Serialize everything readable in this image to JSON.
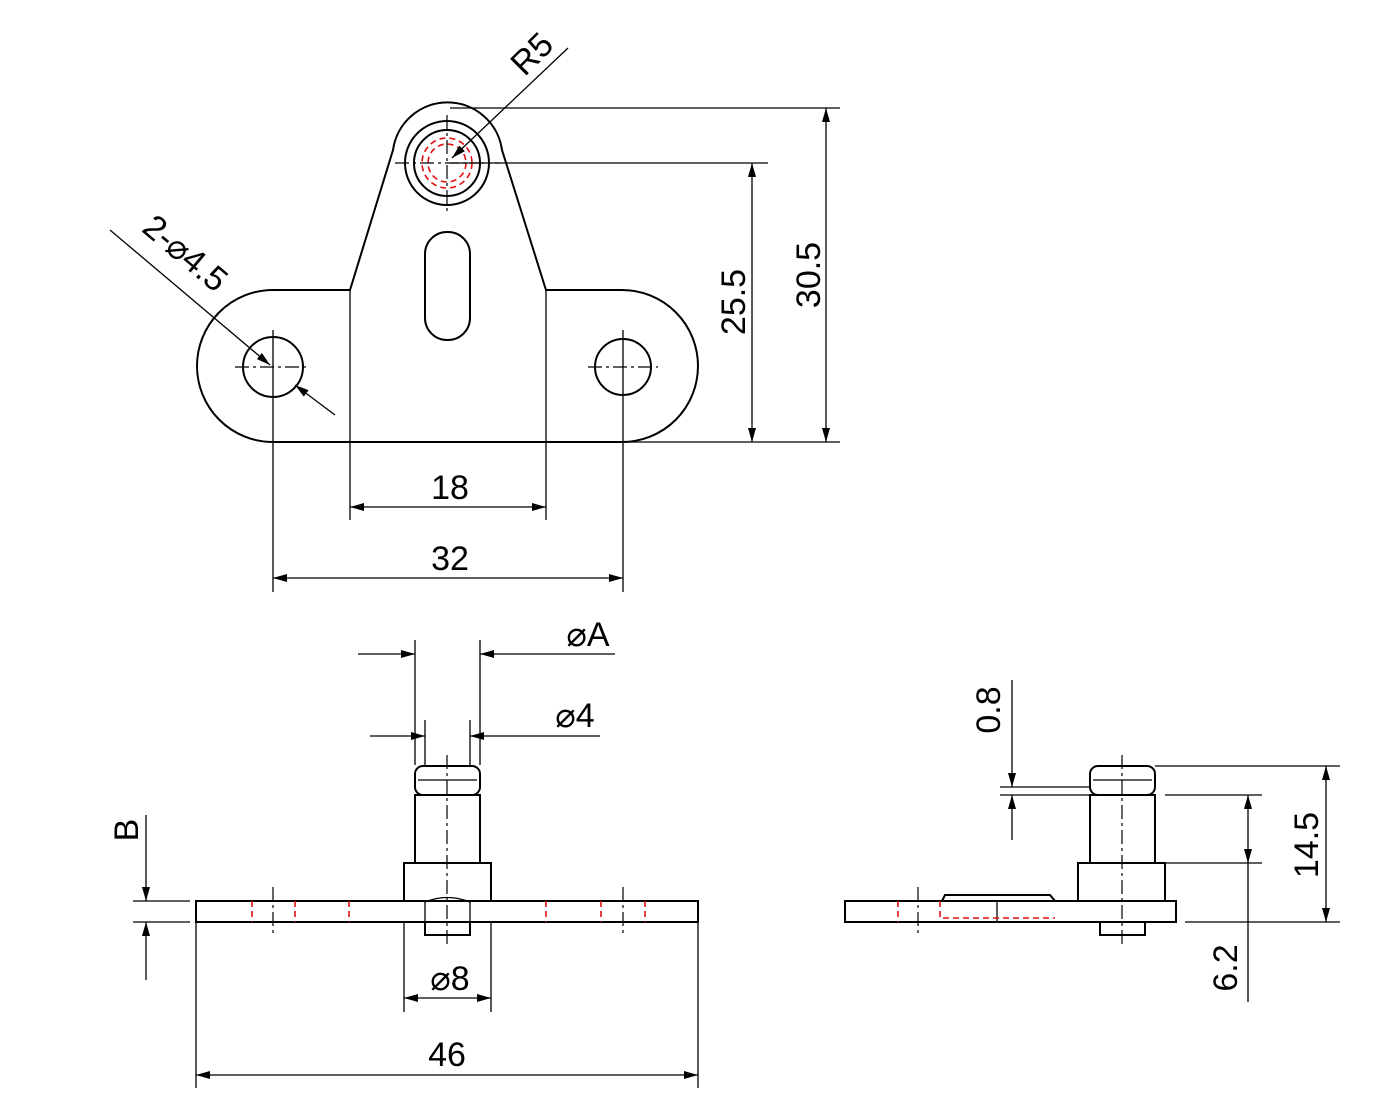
{
  "title": "Mounting bracket with ball stud",
  "colors": {
    "line": "#000000",
    "hidden": "#e01010"
  },
  "top_view": {
    "radius_label": "R5",
    "holes_label": "2-⌀4.5",
    "dim_inner": "18",
    "dim_outer": "32",
    "dim_height_hole": "25.5",
    "dim_height_total": "30.5"
  },
  "front_view": {
    "dia_a": "⌀A",
    "dia_4": "⌀4",
    "thickness": "B",
    "dia_8": "⌀8",
    "length": "46"
  },
  "side_view": {
    "groove": "0.8",
    "total_height": "14.5",
    "shaft_height": "6.2"
  }
}
